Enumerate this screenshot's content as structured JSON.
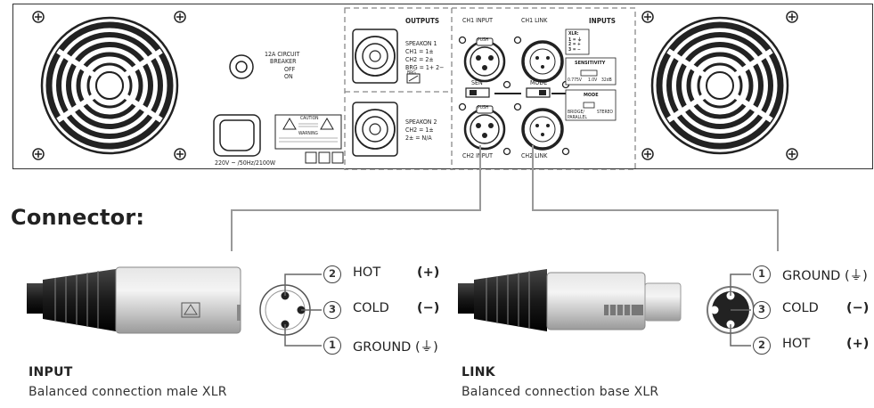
{
  "panel": {
    "fuse": {
      "line1": "12A CIRCUIT",
      "line2": "BREAKER",
      "off": "OFF",
      "on": "ON"
    },
    "power_rating": "220V ~ /50Hz/2100W",
    "warning": {
      "caution": "CAUTION",
      "warning": "WARNING"
    },
    "outputs": {
      "title": "OUTPUTS",
      "speakon1": {
        "title": "SPEAKON 1",
        "ch1": "CH1 = 1±",
        "ch2": "CH2 = 2±",
        "brg": "BRG = 1+ 2−",
        "badge": "BRG"
      },
      "speakon2": {
        "title": "SPEAKON 2",
        "ch2": "CH2 = 1±",
        "rest": "2± = N/A"
      }
    },
    "inputs": {
      "title": "INPUTS",
      "ch1_input": "CH1 INPUT",
      "ch1_link": "CH1 LINK",
      "ch2_input": "CH2 INPUT",
      "ch2_link": "CH2 LINK",
      "push": "PUSH",
      "sen": "SEN",
      "mode": "MODE",
      "xlr_key": {
        "title": "XLR:",
        "l1": "1 = ⏚",
        "l2": "2 = +",
        "l3": "3 = −"
      },
      "sensitivity": {
        "title": "SENSITIVITY",
        "opt1": "0.775V",
        "opt2": "1.0V",
        "opt3": "32dB"
      },
      "mode_box": {
        "title": "MODE",
        "opt1": "BRIDGE/",
        "opt1b": "PARALLEL",
        "opt2": "STEREO"
      }
    }
  },
  "connector": {
    "heading": "Connector:",
    "input": {
      "title": "INPUT",
      "subtitle": "Balanced connection male XLR",
      "pins": [
        {
          "num": "2",
          "label": "HOT",
          "sign": "(+)"
        },
        {
          "num": "3",
          "label": "COLD",
          "sign": "(−)"
        },
        {
          "num": "1",
          "label": "GROUND (⏚)",
          "sign": ""
        }
      ]
    },
    "link": {
      "title": "LINK",
      "subtitle": "Balanced connection base XLR",
      "pins": [
        {
          "num": "1",
          "label": "GROUND (⏚)",
          "sign": ""
        },
        {
          "num": "3",
          "label": "COLD",
          "sign": "(−)"
        },
        {
          "num": "2",
          "label": "HOT",
          "sign": "(+)"
        }
      ]
    }
  },
  "colors": {
    "line": "#333333",
    "leader": "#999999",
    "metal": "#c9c9c9",
    "dark": "#2a2a2a"
  }
}
